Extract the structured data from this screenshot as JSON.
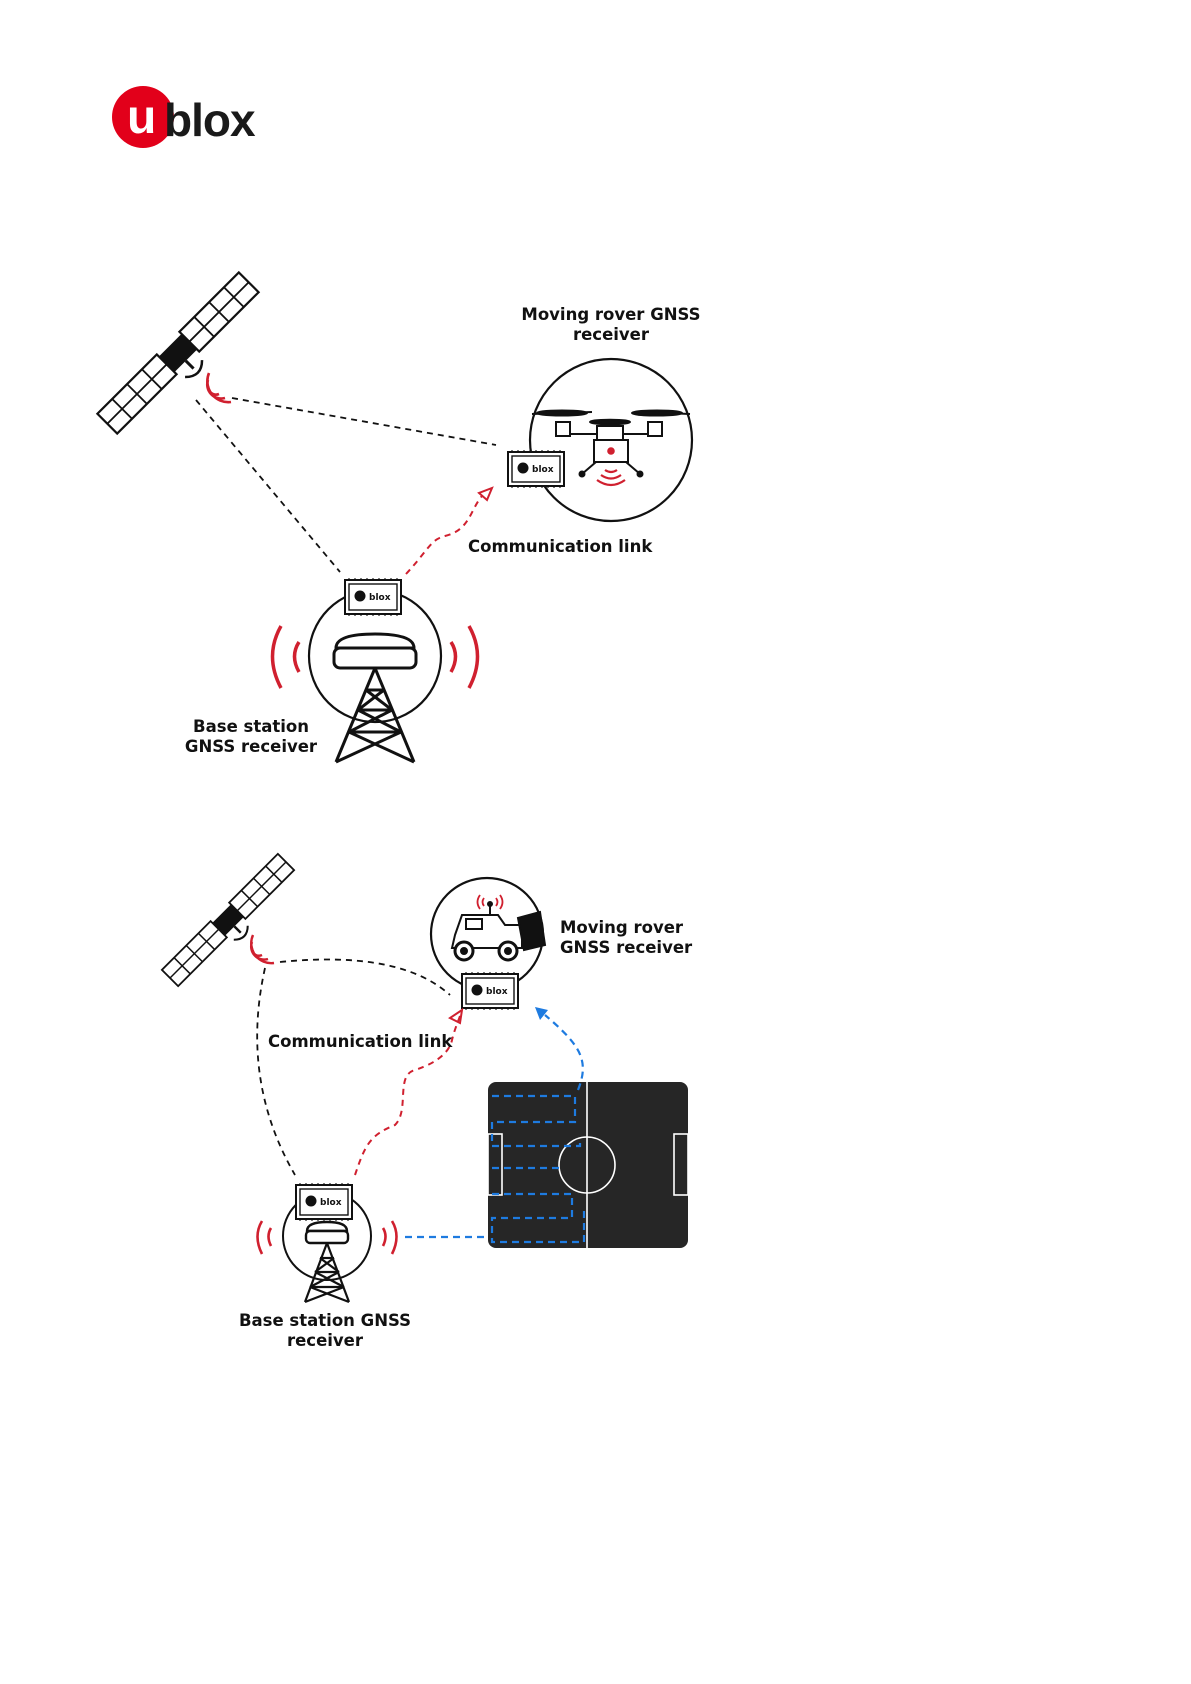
{
  "logo": {
    "text_u": "u",
    "text_blox": "blox"
  },
  "colors": {
    "accent_red": "#d0202f",
    "link_blue": "#1e7be0",
    "field_dark": "#262626"
  },
  "diagram1": {
    "rover_label_line1": "Moving rover GNSS",
    "rover_label_line2": "receiver",
    "link_label": "Communication link",
    "base_label_line1": "Base station",
    "base_label_line2": "GNSS receiver",
    "rover_chip": "blox",
    "base_chip": "blox"
  },
  "diagram2": {
    "rover_label_line1": "Moving rover",
    "rover_label_line2": "GNSS receiver",
    "link_label": "Communication link",
    "base_label_line1": "Base station GNSS",
    "base_label_line2": "receiver",
    "rover_chip": "blox",
    "base_chip": "blox"
  }
}
